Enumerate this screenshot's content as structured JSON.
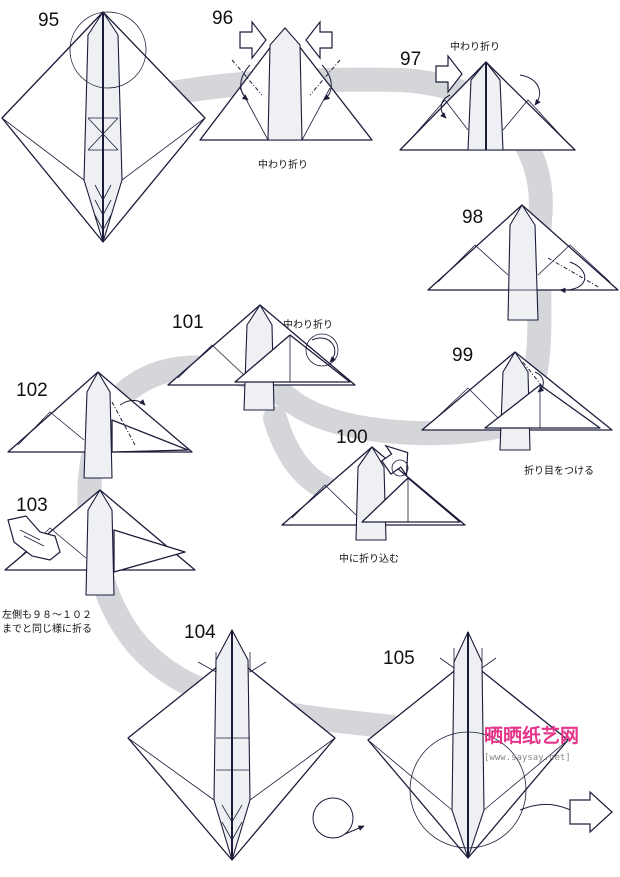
{
  "steps": [
    {
      "number": "95"
    },
    {
      "number": "96",
      "caption": "中わり折り"
    },
    {
      "number": "97",
      "caption": "中わり折り"
    },
    {
      "number": "98"
    },
    {
      "number": "99",
      "caption": "折り目をつける"
    },
    {
      "number": "100",
      "caption": "中に折り込む"
    },
    {
      "number": "101",
      "caption": "中わり折り"
    },
    {
      "number": "102"
    },
    {
      "number": "103",
      "caption_lines": [
        "左側も９８～１０２",
        "までと同じ様に折る"
      ]
    },
    {
      "number": "104"
    },
    {
      "number": "105"
    }
  ],
  "watermark": {
    "title": "晒晒纸艺网",
    "url": "[www.saysay.net]"
  },
  "colors": {
    "band": "#d4d6da",
    "line": "#1c1c3a",
    "brand": "#e6358a"
  }
}
